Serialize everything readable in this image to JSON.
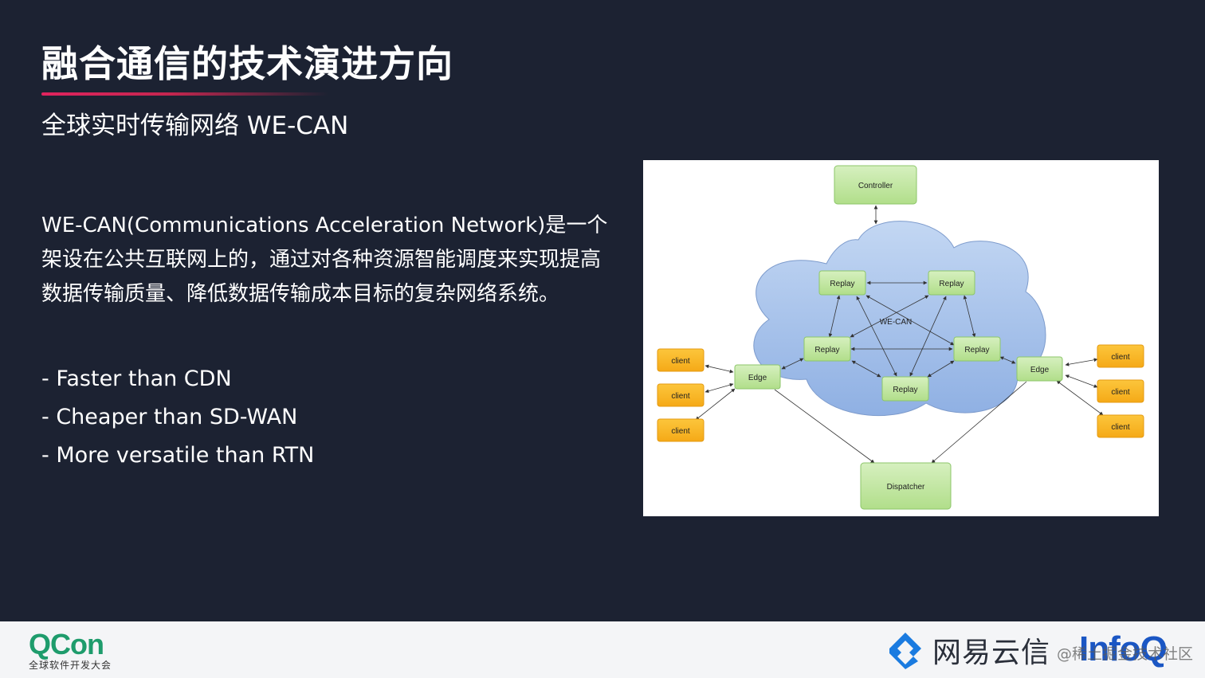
{
  "slide": {
    "title": "融合通信的技术演进方向",
    "subtitle": "全球实时传输网络 WE-CAN",
    "description_lines": [
      "WE-CAN(Communications Acceleration Network)是一个",
      "架设在公共互联网上的，通过对各种资源智能调度来实现提高",
      "数据传输质量、降低数据传输成本目标的复杂网络系统。"
    ],
    "bullets": [
      "- Faster than CDN",
      "- Cheaper than SD-WAN",
      "- More versatile than RTN"
    ]
  },
  "diagram": {
    "controller": "Controller",
    "dispatcher": "Dispatcher",
    "network_label": "WE-CAN",
    "replay_label": "Replay",
    "edge_label": "Edge",
    "client_label": "client",
    "colors": {
      "green_fill": "#c5e8a8",
      "green_stroke": "#8cc66a",
      "orange_fill": "#f8ba28",
      "orange_stroke": "#e49a10",
      "cloud_fill": "#a9c5ec",
      "cloud_stroke": "#7d9bcc"
    }
  },
  "footer": {
    "qcon_logo": "QCon",
    "qcon_sub": "全球软件开发大会",
    "netease": "网易云信",
    "infoq": "InfoQ",
    "watermark": "@稀土掘金技术社区"
  },
  "colors": {
    "background": "#1c2232",
    "accent": "#e0245e",
    "footer_bg": "#f4f5f7",
    "qcon_green": "#1e9c6c",
    "infoq_blue": "#1a56c4"
  }
}
